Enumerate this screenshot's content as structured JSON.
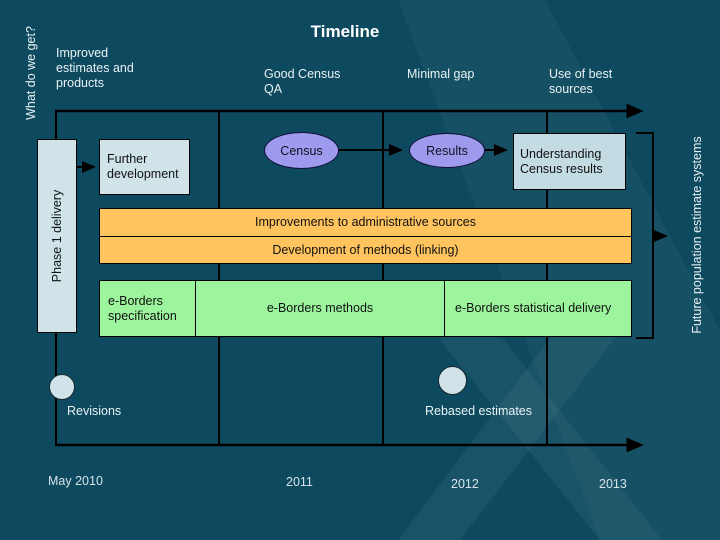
{
  "title": "Timeline",
  "axes": {
    "left_label": "What do we get?",
    "right_label": "Future population estimate systems"
  },
  "phase_labels": {
    "improved": "Improved estimates and products",
    "good_qa": "Good Census QA",
    "minimal_gap": "Minimal gap",
    "best_sources": "Use of best sources"
  },
  "diagram": {
    "phase1": "Phase 1 delivery",
    "further_dev": "Further development",
    "census": "Census",
    "results": "Results",
    "understanding": "Understanding Census results",
    "admin_sources": "Improvements to administrative sources",
    "methods_linking": "Development of methods (linking)",
    "eborders_spec": "e-Borders specification",
    "eborders_methods": "e-Borders methods",
    "eborders_delivery": "e-Borders statistical delivery"
  },
  "milestones": {
    "revisions": "Revisions",
    "rebased": "Rebased estimates"
  },
  "timeline_ticks": [
    "May 2010",
    "2011",
    "2012",
    "2013"
  ],
  "colors": {
    "background": "#0d4a5f",
    "box_blue": "#cfe3e8",
    "understanding_blue": "#c3dbe3",
    "oval_purple": "#9e9bee",
    "bar_yellow": "#ffc45e",
    "bar_green": "#9cf49c",
    "line": "#000000",
    "text_light": "#e9f1f3"
  }
}
